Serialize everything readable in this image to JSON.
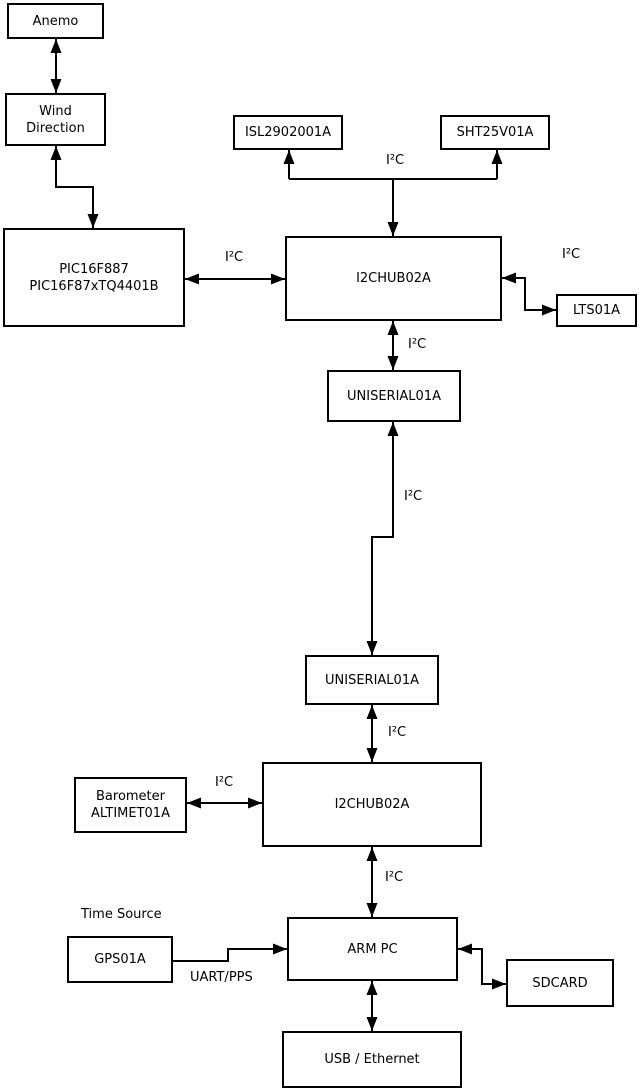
{
  "diagram": {
    "background_color": "#ffffff",
    "line_color": "#000000",
    "nodes": {
      "anemo": {
        "label": "Anemo"
      },
      "wind_direction": {
        "label": "Wind\nDirection"
      },
      "pic_controller": {
        "label": "PIC16F887\nPIC16F87xTQ4401B"
      },
      "isl_sensor": {
        "label": "ISL2902001A"
      },
      "sht_sensor": {
        "label": "SHT25V01A"
      },
      "i2c_hub_upper": {
        "label": "I2CHUB02A"
      },
      "lts_sensor": {
        "label": "LTS01A"
      },
      "uniserial_upper": {
        "label": "UNISERIAL01A"
      },
      "uniserial_lower": {
        "label": "UNISERIAL01A"
      },
      "i2c_hub_lower": {
        "label": "I2CHUB02A"
      },
      "barometer": {
        "label": "Barometer\nALTIMET01A"
      },
      "gps": {
        "label": "GPS01A"
      },
      "arm_pc": {
        "label": "ARM PC"
      },
      "sdcard": {
        "label": "SDCARD"
      },
      "usb_ethernet": {
        "label": "USB / Ethernet"
      }
    },
    "edge_labels": {
      "i2c_pic_hub": "I²C",
      "i2c_sensor_bus": "I²C",
      "i2c_lts": "I²C",
      "i2c_hub_uniserial": "I²C",
      "i2c_uniserial_link": "I²C",
      "i2c_uniserial_hub_low": "I²C",
      "i2c_barometer": "I²C",
      "i2c_hub_arm": "I²C",
      "time_source": "Time Source",
      "uart_pps": "UART/PPS"
    }
  }
}
